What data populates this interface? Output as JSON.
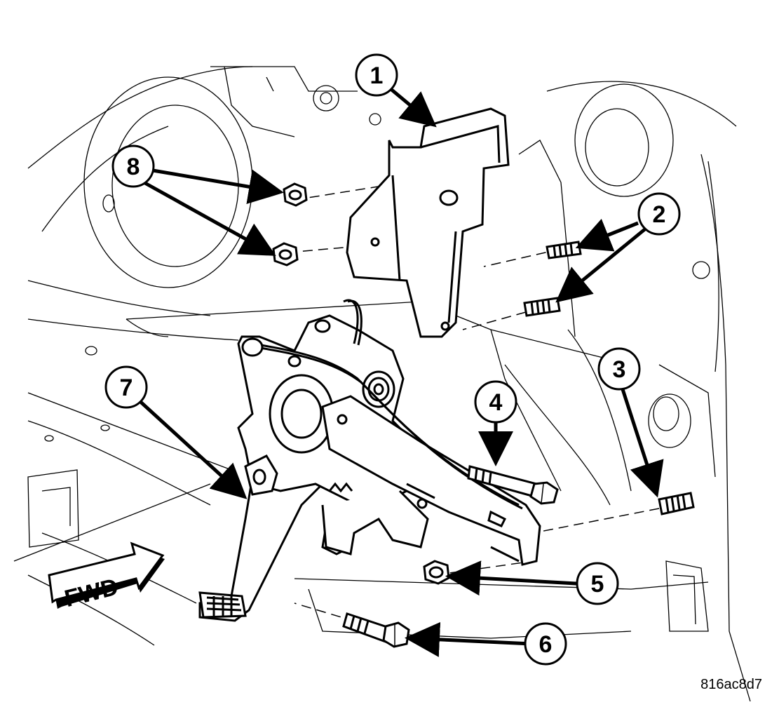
{
  "figure_id": "816ac8d7",
  "direction_indicator": "FWD",
  "callouts": [
    {
      "number": "1",
      "part": "bracket"
    },
    {
      "number": "2",
      "part": "stud-pair-upper"
    },
    {
      "number": "3",
      "part": "stud-lower"
    },
    {
      "number": "4",
      "part": "bolt-upper"
    },
    {
      "number": "5",
      "part": "nut"
    },
    {
      "number": "6",
      "part": "bolt-lower"
    },
    {
      "number": "7",
      "part": "park-brake-pedal-assembly"
    },
    {
      "number": "8",
      "part": "nut-pair"
    }
  ],
  "colors": {
    "line": "#000000",
    "background": "#ffffff",
    "fill": "#ffffff"
  }
}
